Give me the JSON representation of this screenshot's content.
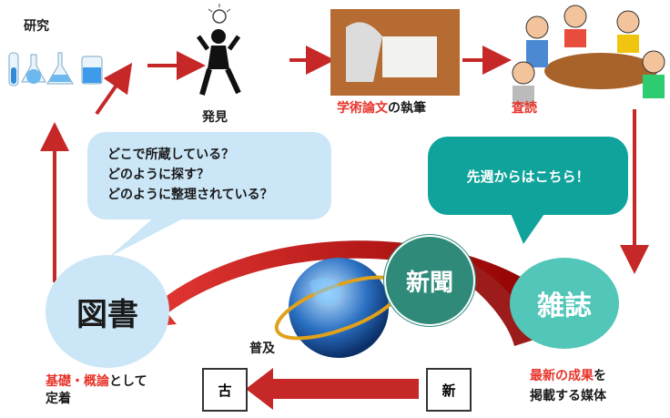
{
  "research_label": "研究",
  "discovery_label": "発見",
  "writing_label": {
    "red": "学術論文",
    "black": "の執筆"
  },
  "review_label": "査読",
  "library_questions": [
    "どこで所蔵している？",
    "どのように探す？",
    "どのように整理されている？"
  ],
  "teal_bubble_text": "先週からはこちら！",
  "newspaper_label": "新聞",
  "magazine_label": "雑誌",
  "library_label": "図書",
  "library_caption": {
    "red": "基礎・概論",
    "black1": "として",
    "black2": "定着"
  },
  "magazine_caption": {
    "red": "最新の成果",
    "black1": "を",
    "black2": "掲載する媒体"
  },
  "spread_label": "普及",
  "old_label": "古",
  "new_label": "新",
  "colors": {
    "accent_red": "#d62828",
    "teal": "#0fa39b",
    "light_blue": "#cbe6f6",
    "dark_red": "#9c1c1c"
  }
}
